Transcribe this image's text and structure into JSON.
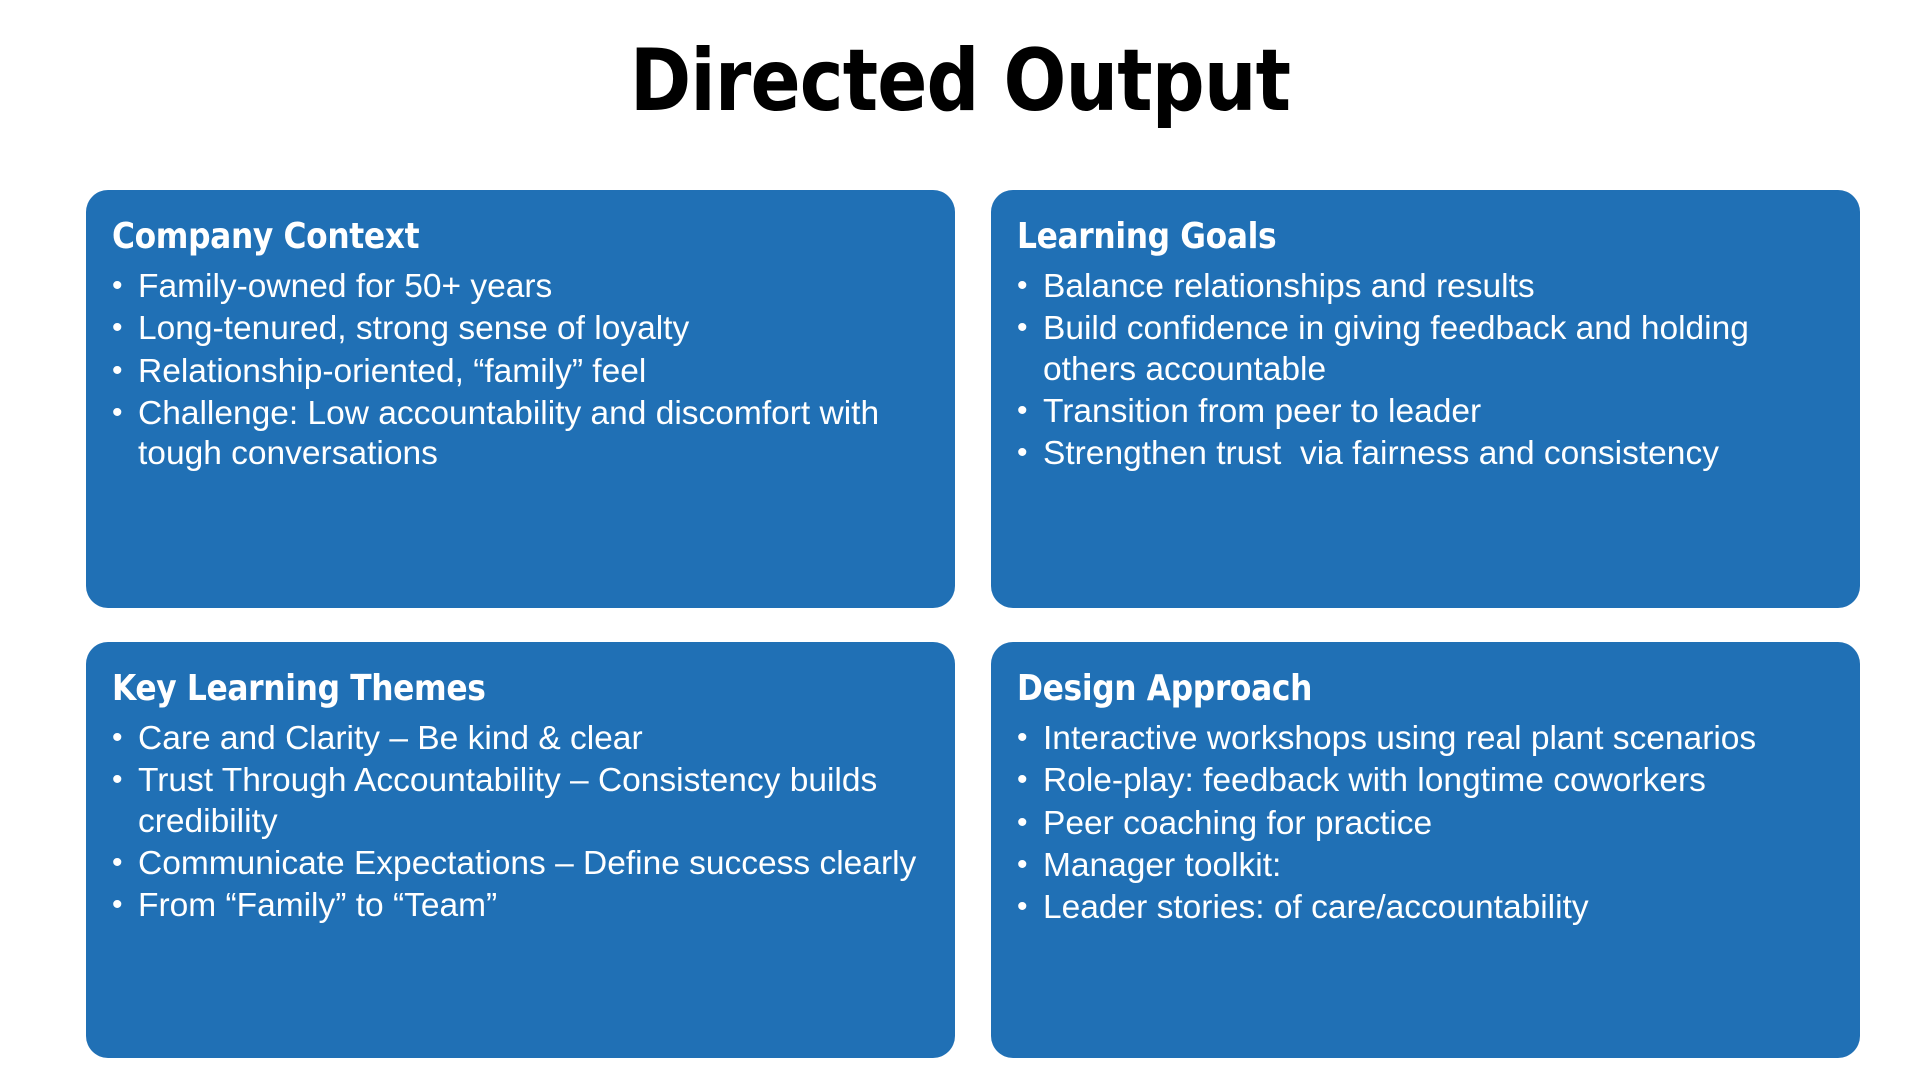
{
  "slide": {
    "title": "Directed Output",
    "accent_color": "#2070b5",
    "text_color": "#ffffff",
    "background_color": "#ffffff",
    "bullet_glyph": "•"
  },
  "cards": [
    {
      "heading": "Company Context",
      "bullets": [
        "Family-owned for 50+ years",
        "Long-tenured, strong sense of loyalty",
        "Relationship-oriented, “family” feel",
        "Challenge: Low accountability and discomfort with tough conversations"
      ]
    },
    {
      "heading": "Learning Goals",
      "bullets": [
        "Balance relationships and results",
        "Build confidence in giving feedback and holding others accountable",
        "Transition from peer to leader",
        "Strengthen trust  via fairness and consistency"
      ]
    },
    {
      "heading": "Key Learning Themes",
      "bullets": [
        "Care and Clarity – Be kind & clear",
        "Trust Through Accountability – Consistency builds credibility",
        "Communicate Expectations – Define success clearly",
        "From “Family” to “Team”"
      ]
    },
    {
      "heading": "Design Approach",
      "bullets": [
        "Interactive workshops using real plant scenarios",
        "Role-play: feedback with longtime coworkers",
        "Peer coaching for practice",
        "Manager toolkit:",
        "Leader stories: of care/accountability"
      ]
    }
  ]
}
